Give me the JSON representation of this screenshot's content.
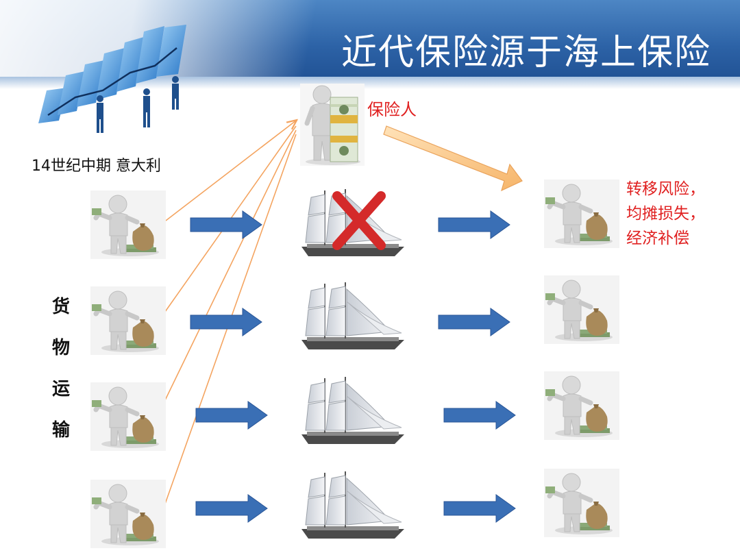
{
  "header": {
    "title": "近代保险源于海上保险"
  },
  "subtitle": "14世纪中期  意大利",
  "vertical_label": [
    "货",
    "物",
    "运",
    "输"
  ],
  "insurer_label": "保险人",
  "result_lines": [
    "转移风险，",
    "均摊损失，",
    "经济补偿"
  ],
  "colors": {
    "header_blue": "#2c62a6",
    "arrow_blue": "#3a6fb5",
    "orange": "#f4a460",
    "red_text": "#e02020",
    "cross_red": "#d42a2a"
  },
  "icons": {
    "merchant": "merchant-with-money-bag-icon",
    "ship": "sailing-ship-icon",
    "insurer": "person-with-money-stack-icon",
    "cross": "red-cross-icon",
    "logo": "bar-chart-growth-icon"
  }
}
